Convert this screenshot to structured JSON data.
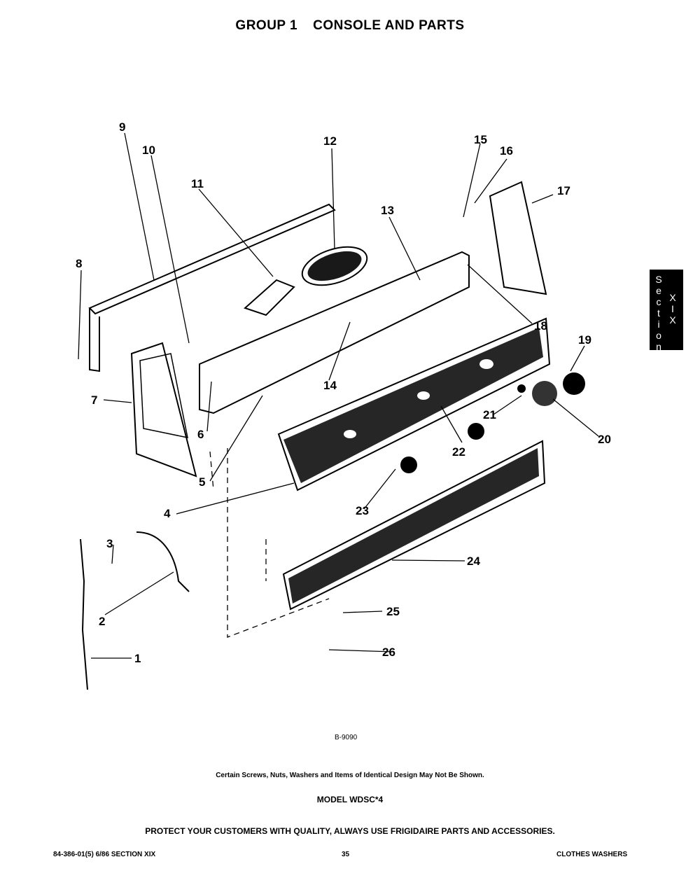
{
  "header": {
    "group": "GROUP 1",
    "title": "CONSOLE AND PARTS"
  },
  "callouts": [
    "1",
    "2",
    "3",
    "4",
    "5",
    "6",
    "7",
    "8",
    "9",
    "10",
    "11",
    "12",
    "13",
    "14",
    "15",
    "16",
    "17",
    "18",
    "19",
    "20",
    "21",
    "22",
    "23",
    "24",
    "25",
    "26"
  ],
  "side_tab": {
    "word": [
      "S",
      "e",
      "c",
      "t",
      "i",
      "o",
      "n"
    ],
    "numeral": [
      "X",
      "I",
      "X"
    ]
  },
  "diagram_code": "B-9090",
  "notes": {
    "disclaimer": "Certain Screws, Nuts, Washers and Items of Identical Design May Not Be Shown.",
    "model": "MODEL WDSC*4",
    "slogan": "PROTECT YOUR CUSTOMERS WITH QUALITY, ALWAYS USE FRIGIDAIRE PARTS AND ACCESSORIES."
  },
  "footer": {
    "left": "84-386-01(5) 6/86 SECTION XIX",
    "page": "35",
    "right": "CLOTHES WASHERS"
  }
}
